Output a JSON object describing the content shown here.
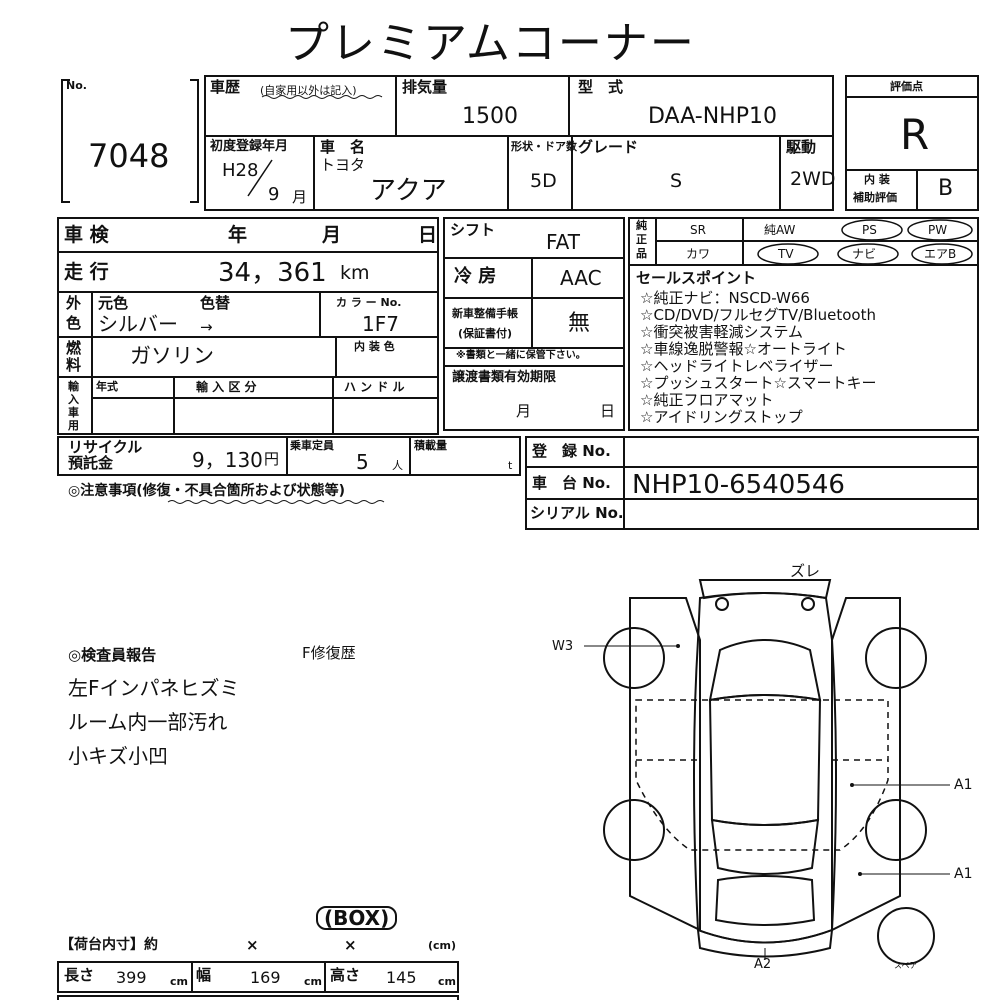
{
  "title": "プレミアムコーナー",
  "lot": {
    "label": "No.",
    "value": "7048"
  },
  "history": {
    "label": "車歴",
    "note": "(自家用以外は記入)"
  },
  "displacement": {
    "label": "排気量",
    "value": "1500"
  },
  "model": {
    "label": "型　式",
    "value": "DAA-NHP10"
  },
  "score": {
    "label": "評価点",
    "value": "R",
    "interior_label_1": "内 装",
    "interior_label_2": "補助評価",
    "interior_value": "B"
  },
  "first_reg": {
    "label": "初度登録年月",
    "year": "H28",
    "month": "9",
    "month_unit": "月"
  },
  "car_name": {
    "label": "車　名",
    "maker": "トヨタ",
    "name": "アクア"
  },
  "doors": {
    "label": "形状・ドア数",
    "value": "5D"
  },
  "grade": {
    "label": "グレード",
    "value": "S"
  },
  "drive": {
    "label": "駆動",
    "value": "2WD"
  },
  "inspection": {
    "label": "車 検",
    "year": "年",
    "month": "月",
    "day": "日"
  },
  "mileage": {
    "label": "走 行",
    "value": "34，361",
    "unit": "km"
  },
  "color": {
    "label_1": "外",
    "label_2": "色",
    "orig_label": "元色",
    "change_label": "色替",
    "value": "シルバー",
    "arrow": "→",
    "code_label": "カ ラ ー No.",
    "code": "1F7"
  },
  "fuel": {
    "label_1": "燃",
    "label_2": "料",
    "value": "ガソリン",
    "interior_color_label": "内 装 色"
  },
  "import": {
    "label_1": "輸",
    "label_2": "入",
    "label_3": "車",
    "label_4": "用",
    "year_label": "年式",
    "type_label": "輸 入 区 分",
    "handle_label": "ハ ン ド ル"
  },
  "shift": {
    "label": "シフト",
    "value": "FAT"
  },
  "ac": {
    "label": "冷 房",
    "value": "AAC"
  },
  "warranty": {
    "label_1": "新車整備手帳",
    "label_2": "(保証書付)",
    "value": "無",
    "note": "※書類と一緒に保管下さい。"
  },
  "transfer": {
    "label": "譲渡書類有効期限",
    "month": "月",
    "day": "日"
  },
  "equipment": {
    "label_1": "純",
    "label_2": "正",
    "label_3": "品",
    "row1": [
      "SR",
      "純AW",
      "PS",
      "PW"
    ],
    "row2": [
      "カワ",
      "TV",
      "ナビ",
      "エアB"
    ]
  },
  "sales_points": {
    "label": "セールスポイント",
    "lines": [
      "☆純正ナビ：NSCD-W66",
      "☆CD/DVD/フルセグTV/Bluetooth",
      "☆衝突被害軽減システム",
      "☆車線逸脱警報☆オートライト",
      "☆ヘッドライトレベライザー",
      "☆プッシュスタート☆スマートキー",
      "☆純正フロアマット",
      "☆アイドリングストップ"
    ]
  },
  "recycle": {
    "label_1": "リサイクル",
    "label_2": "預託金",
    "value": "9，130",
    "unit": "円"
  },
  "capacity": {
    "label": "乗車定員",
    "value": "5",
    "unit": "人"
  },
  "load": {
    "label": "積載量",
    "unit": "t"
  },
  "registration": {
    "label": "登　録 No.",
    "value": ""
  },
  "chassis": {
    "label": "車　台 No.",
    "value": "NHP10-6540546"
  },
  "serial": {
    "label": "シリアル No.",
    "value": ""
  },
  "caution": "◎注意事項(修復・不具合箇所および状態等)",
  "inspector": {
    "label": "◎検査員報告",
    "repair": "F修復歴",
    "lines": [
      "左Fインパネヒズミ",
      "ルーム内一部汚れ",
      "小キズ小凹"
    ]
  },
  "diagram": {
    "top": "ズレ",
    "w3": "W3",
    "a1_upper": "A1",
    "a1_lower": "A1",
    "a2": "A2",
    "spare": "スペア"
  },
  "box": {
    "title": "(BOX)",
    "inner_label": "【荷台内寸】約",
    "times_1": "×",
    "times_2": "×",
    "unit": "(cm)",
    "length_label": "長さ",
    "length": "399",
    "width_label": "幅",
    "width": "169",
    "height_label": "高さ",
    "height": "145",
    "cm": "cm"
  }
}
